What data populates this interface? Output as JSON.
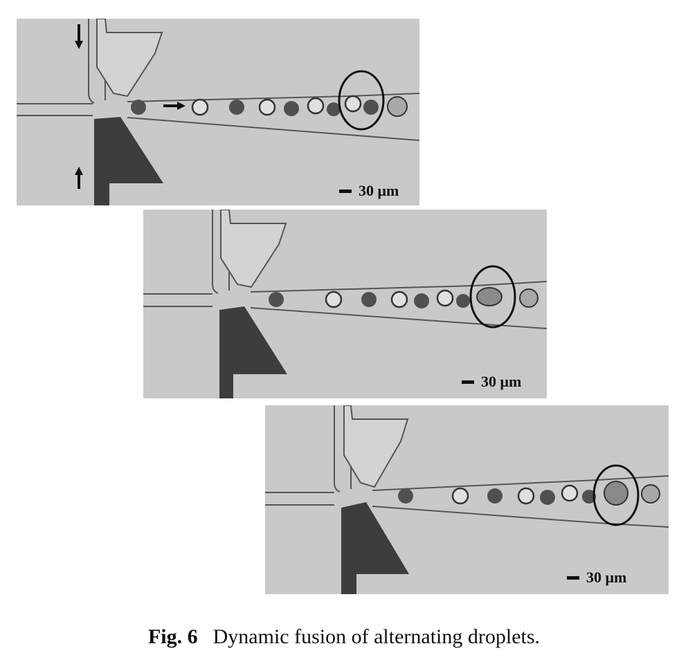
{
  "figure": {
    "label": "Fig. 6",
    "caption": "Dynamic fusion of alternating droplets."
  },
  "panels": [
    {
      "scale_bar_label": "30 μm"
    },
    {
      "scale_bar_label": "30 μm"
    },
    {
      "scale_bar_label": "30 μm"
    }
  ],
  "colors": {
    "background": "#c9c9c9",
    "channel_wall": "#555555",
    "dark_electrode": "#3d3d3d",
    "highlight_circle": "#111111"
  }
}
